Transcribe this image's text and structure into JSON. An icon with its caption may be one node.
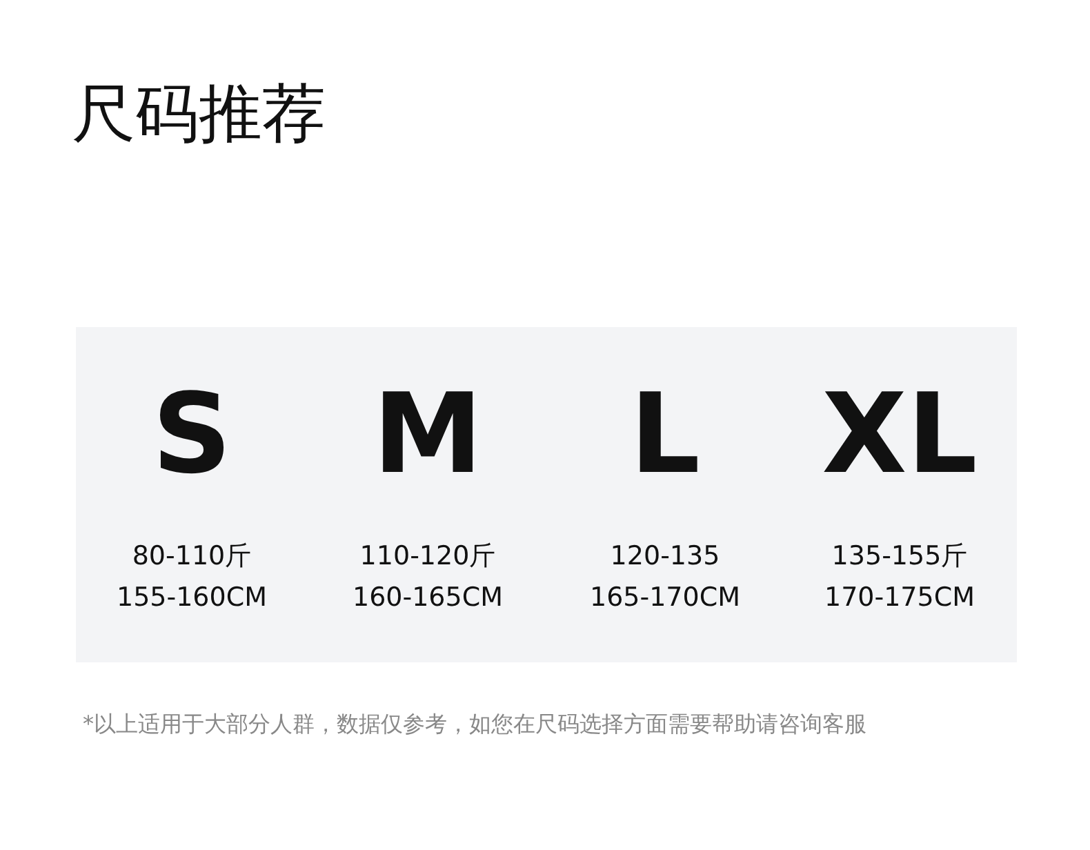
{
  "diagram": {
    "title": "尺码推荐",
    "labels": [
      "S",
      "M",
      "L",
      "XL",
      "80-110斤",
      "110-120斤",
      "120-135",
      "135-155斤",
      "155-160CM",
      "160-165CM",
      "165-170CM",
      "170-175CM"
    ],
    "caption": "*以上适用于大部分人群，数据仅参考，如您在尺码选择方面需要帮助请咨询客服"
  }
}
